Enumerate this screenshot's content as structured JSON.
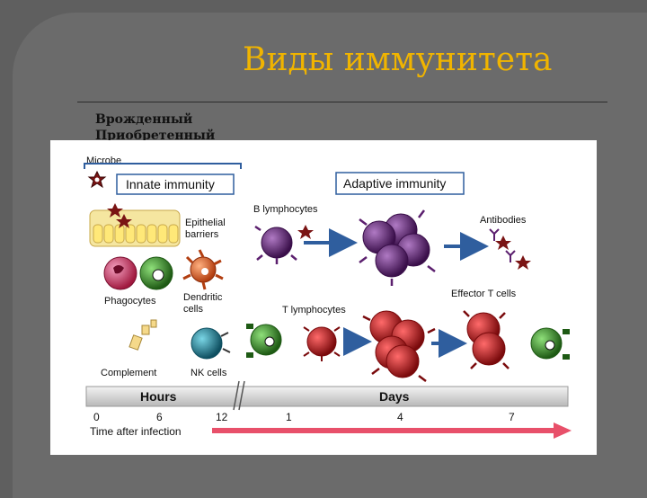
{
  "slide": {
    "title": "Виды иммунитета",
    "bullets": [
      "Врожденный",
      "Приобретенный"
    ]
  },
  "figure": {
    "microbe_label": "Microbe",
    "innate_header": "Innate immunity",
    "adaptive_header": "Adaptive immunity",
    "innate_labels": {
      "epithelial": [
        "Epithelial",
        "barriers"
      ],
      "phagocytes": "Phagocytes",
      "dendritic": [
        "Dendritic",
        "cells"
      ],
      "complement": "Complement",
      "nk": "NK cells"
    },
    "adaptive_labels": {
      "b_lymphocytes": "B lymphocytes",
      "antibodies": "Antibodies",
      "t_lymphocytes": "T lymphocytes",
      "effector_t": "Effector T cells"
    },
    "timeline": {
      "hours_label": "Hours",
      "days_label": "Days",
      "ticks": [
        "0",
        "6",
        "12",
        "1",
        "4",
        "7"
      ],
      "caption": "Time after infection"
    },
    "colors": {
      "b_cell": "#5b1f6e",
      "t_cell": "#c0181c",
      "phagocyte": "#3f9a2b",
      "nk_cell": "#1f8aa0",
      "dendritic": "#e06a2c",
      "neutrophil": "#d23a6b",
      "arrow_blue": "#2f5e9e",
      "timeline_arrow": "#e8506a"
    }
  }
}
